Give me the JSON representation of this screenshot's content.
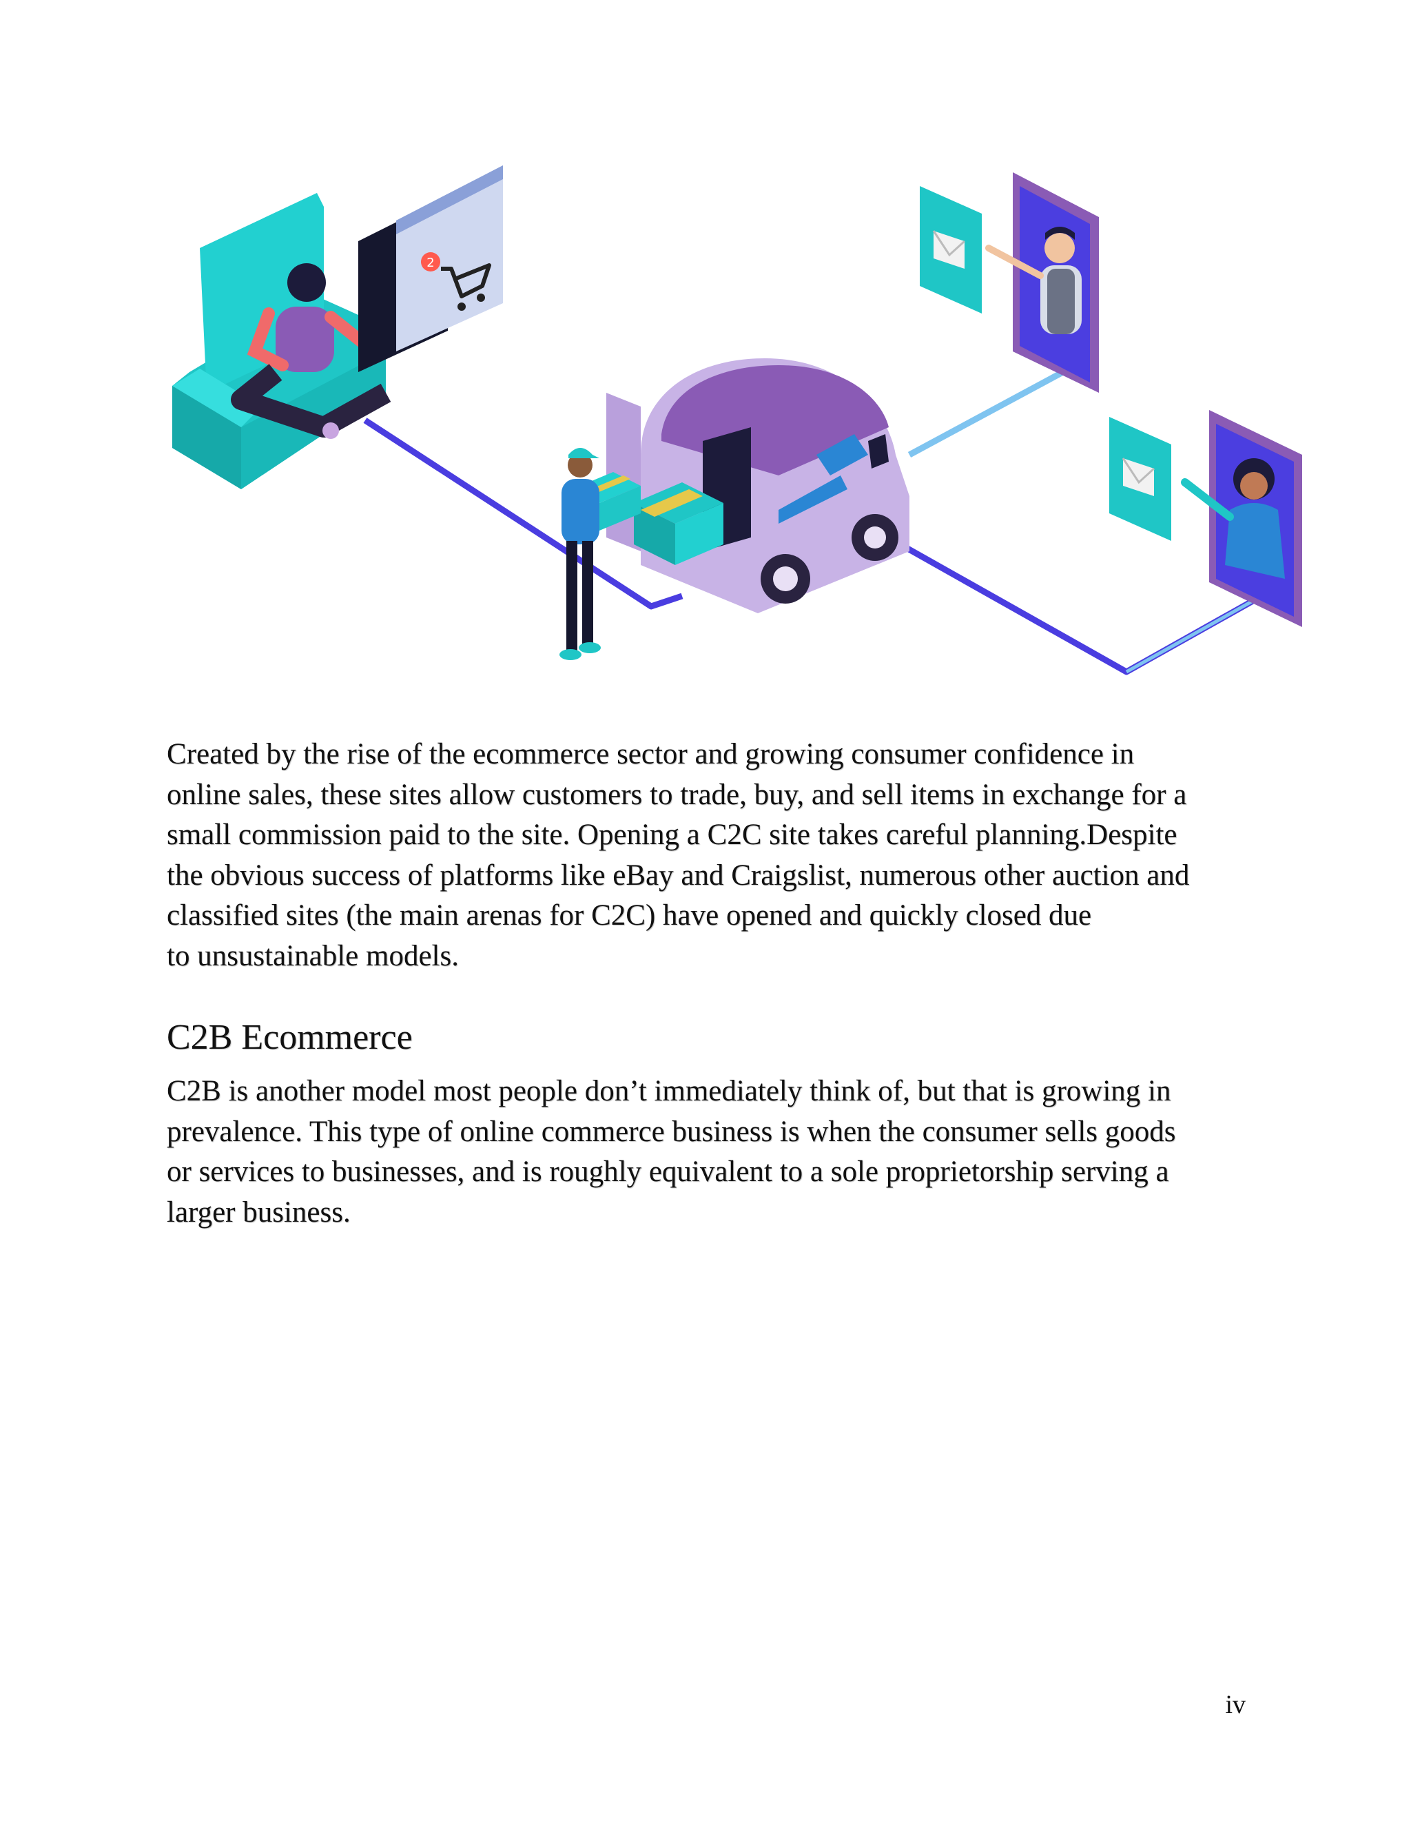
{
  "document": {
    "paragraph_1_lines": [
      "Created by the rise of the ecommerce sector and growing consumer confidence in",
      "online sales, these sites allow customers to trade, buy, and sell items in exchange for a",
      "small commission paid to the site. Opening a C2C site takes careful planning.Despite",
      "the obvious success of platforms like eBay and Craigslist, numerous other auction and",
      "classified sites (the main arenas for C2C) have opened and quickly closed due",
      "to unsustainable models."
    ],
    "heading": "C2B Ecommerce",
    "paragraph_2_lines": [
      "C2B is another model most people don’t immediately think of, but that is growing in",
      "prevalence. This type of online commerce business is when the consumer sells goods",
      "or services to businesses, and is roughly equivalent to a sole proprietorship serving a",
      "larger business."
    ],
    "page_number": "iv"
  },
  "illustration": {
    "cart_badge": "2",
    "colors": {
      "teal": "#1fc6c6",
      "purple": "#8a5bb5",
      "lavender": "#c8b3e6",
      "line_blue": "#4a3de0",
      "line_light": "#7fc4f0"
    }
  }
}
